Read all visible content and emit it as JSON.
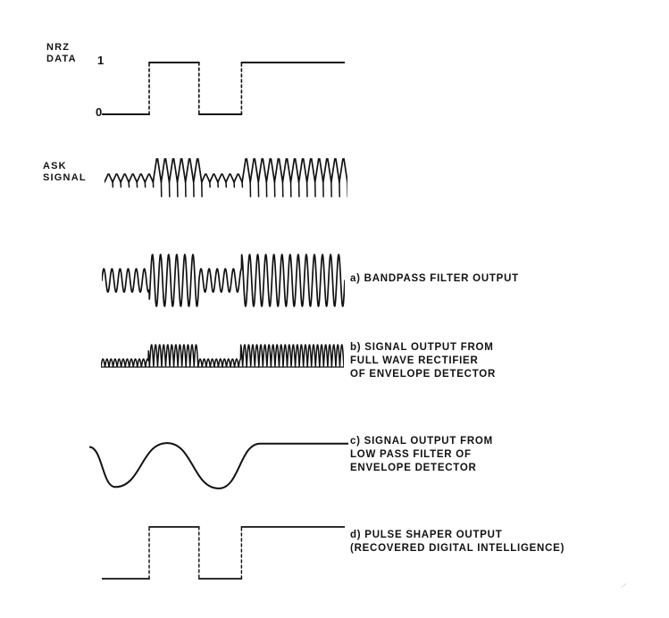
{
  "figure": {
    "title": "ASK modulation and envelope-detection demodulation waveforms",
    "background_color": "#ffffff",
    "ink_color": "#111111"
  },
  "rows": [
    {
      "id": "nrz-data",
      "label": "NRZ\nDATA",
      "axis_labels": {
        "high": "1",
        "low": "0"
      },
      "caption": ""
    },
    {
      "id": "ask-signal",
      "label": "ASK\nSIGNAL",
      "caption": ""
    },
    {
      "id": "bandpass-filter-output",
      "label": "",
      "caption": "a) BANDPASS FILTER OUTPUT"
    },
    {
      "id": "rectifier-output",
      "label": "",
      "caption": "b) SIGNAL OUTPUT FROM\n     FULL WAVE RECTIFIER\nOF ENVELOPE DETECTOR"
    },
    {
      "id": "lowpass-filter-output",
      "label": "",
      "caption": "c) SIGNAL OUTPUT FROM\n     LOW PASS FILTER OF\n     ENVELOPE DETECTOR"
    },
    {
      "id": "pulse-shaper-output",
      "label": "",
      "caption": "d) PULSE SHAPER OUTPUT\n     (RECOVERED DIGITAL INTELLIGENCE)"
    }
  ],
  "chart_data": {
    "type": "line",
    "title": "ASK modulation / demodulation signal chain",
    "xlabel": "",
    "ylabel": "",
    "x_range": [
      0,
      1
    ],
    "bit_sequence": [
      0,
      1,
      0,
      1
    ],
    "bit_boundaries": [
      0.0,
      0.195,
      0.4,
      0.575,
      1.0
    ],
    "panels": [
      {
        "name": "NRZ DATA",
        "type": "digital",
        "levels": [
          "0",
          "1"
        ],
        "segments": [
          {
            "bit": 0,
            "x0": 0.0,
            "x1": 0.195,
            "level": 0
          },
          {
            "bit": 1,
            "x0": 0.195,
            "x1": 0.4,
            "level": 1
          },
          {
            "bit": 0,
            "x0": 0.4,
            "x1": 0.575,
            "level": 0
          },
          {
            "bit": 1,
            "x0": 0.575,
            "x1": 1.0,
            "level": 1
          }
        ]
      },
      {
        "name": "ASK SIGNAL",
        "type": "carrier_amplitude_modulated",
        "carrier_cycles": 30,
        "amplitude_low": 0.34,
        "amplitude_high": 1.0,
        "envelope_by_bit": [
          0.34,
          1.0,
          0.34,
          1.0
        ]
      },
      {
        "name": "a) BANDPASS FILTER OUTPUT",
        "type": "carrier_amplitude_modulated",
        "carrier_cycles": 30,
        "amplitude_low": 0.45,
        "amplitude_high": 1.0,
        "envelope_by_bit": [
          0.45,
          1.0,
          0.45,
          1.0
        ]
      },
      {
        "name": "b) SIGNAL OUTPUT FROM FULL WAVE RECTIFIER OF ENVELOPE DETECTOR",
        "type": "rectified",
        "carrier_cycles": 30,
        "amplitude_low": 0.36,
        "amplitude_high": 1.0,
        "envelope_by_bit": [
          0.36,
          1.0,
          0.36,
          1.0
        ]
      },
      {
        "name": "c) SIGNAL OUTPUT FROM LOW PASS FILTER OF ENVELOPE DETECTOR",
        "type": "smooth_envelope",
        "key_points": [
          {
            "x": 0.0,
            "y": 0.88
          },
          {
            "x": 0.1,
            "y": 0.05
          },
          {
            "x": 0.3,
            "y": 0.96
          },
          {
            "x": 0.5,
            "y": 0.02
          },
          {
            "x": 0.66,
            "y": 0.95
          },
          {
            "x": 1.0,
            "y": 0.95
          }
        ]
      },
      {
        "name": "d) PULSE SHAPER OUTPUT (RECOVERED DIGITAL INTELLIGENCE)",
        "type": "digital",
        "levels": [
          "0",
          "1"
        ],
        "segments": [
          {
            "bit": 0,
            "x0": 0.0,
            "x1": 0.195,
            "level": 0
          },
          {
            "bit": 1,
            "x0": 0.195,
            "x1": 0.4,
            "level": 1
          },
          {
            "bit": 0,
            "x0": 0.4,
            "x1": 0.575,
            "level": 0
          },
          {
            "bit": 1,
            "x0": 0.575,
            "x1": 1.0,
            "level": 1
          }
        ]
      }
    ]
  }
}
